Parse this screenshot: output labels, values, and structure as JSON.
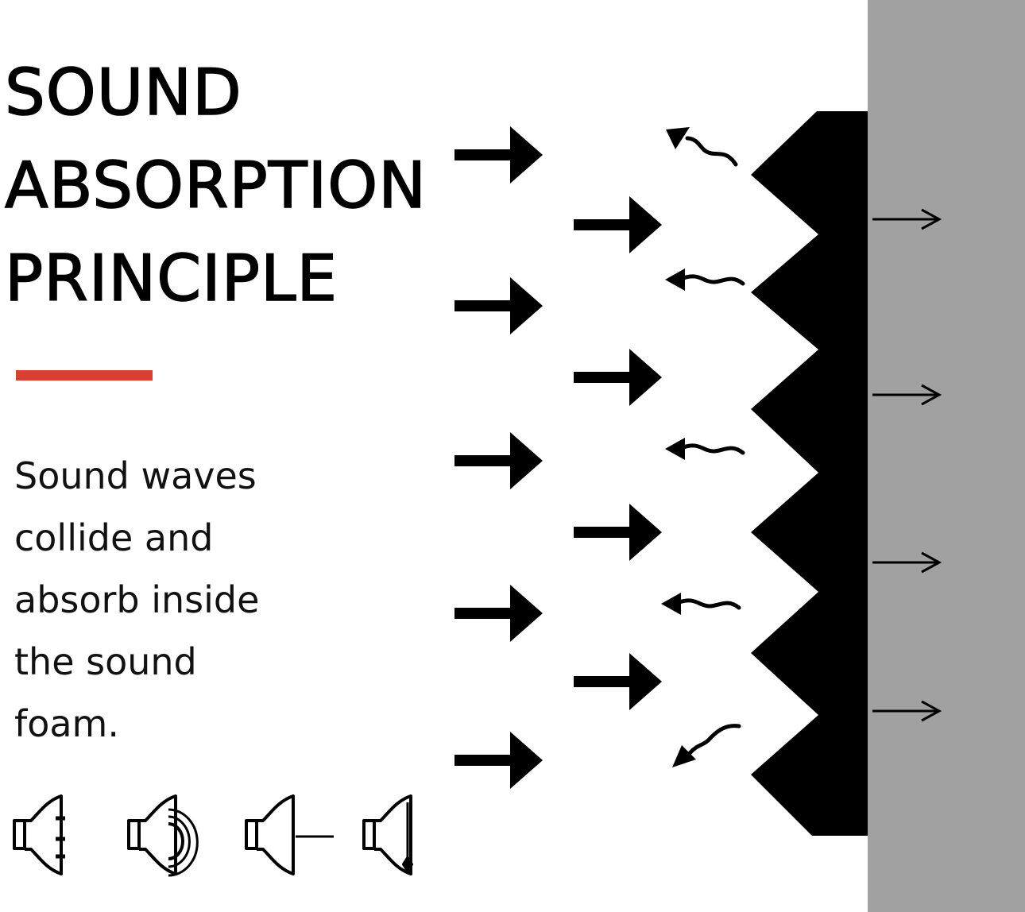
{
  "title": {
    "lines": [
      "SOUND",
      "ABSORPTION",
      "PRINCIPLE"
    ]
  },
  "description": {
    "lines": [
      "Sound waves",
      "collide and",
      "absorb inside",
      "the sound",
      "foam."
    ]
  },
  "colors": {
    "accent": "#d9402f",
    "wall": "#a1a1a1",
    "foam": "#000000"
  },
  "icons": [
    "speaker-dampened-icon",
    "speaker-sound-waves-icon",
    "speaker-flat-line-icon",
    "speaker-barrier-icon"
  ]
}
